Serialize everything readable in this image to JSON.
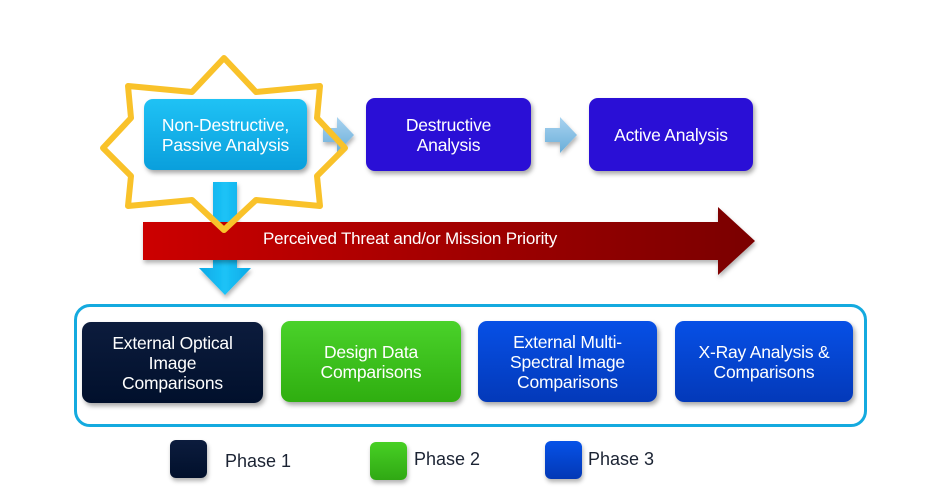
{
  "process_steps": [
    {
      "label": "Non-Destructive,\nPassive Analysis",
      "color": "#0fb0ea",
      "highlighted": true
    },
    {
      "label": "Destructive\nAnalysis",
      "color": "#2a0fd6"
    },
    {
      "label": "Active Analysis",
      "color": "#2a0fd6"
    }
  ],
  "priority_arrow": {
    "label": "Perceived Threat and/or Mission Priority",
    "color_start": "#cc0000",
    "color_end": "#7a0000"
  },
  "techniques": [
    {
      "label": "External Optical\nImage\nComparisons",
      "phase": "Phase 1"
    },
    {
      "label": "Design Data\nComparisons",
      "phase": "Phase 2"
    },
    {
      "label": "External Multi-\nSpectral Image\nComparisons",
      "phase": "Phase 3"
    },
    {
      "label": "X-Ray Analysis &\nComparisons",
      "phase": "Phase 3"
    }
  ],
  "legend": [
    {
      "label": "Phase 1",
      "color": "#06163a"
    },
    {
      "label": "Phase 2",
      "color": "#3cc01c"
    },
    {
      "label": "Phase 3",
      "color": "#0547d4"
    }
  ],
  "highlight": {
    "shape": "star",
    "color": "#f9c22a"
  }
}
